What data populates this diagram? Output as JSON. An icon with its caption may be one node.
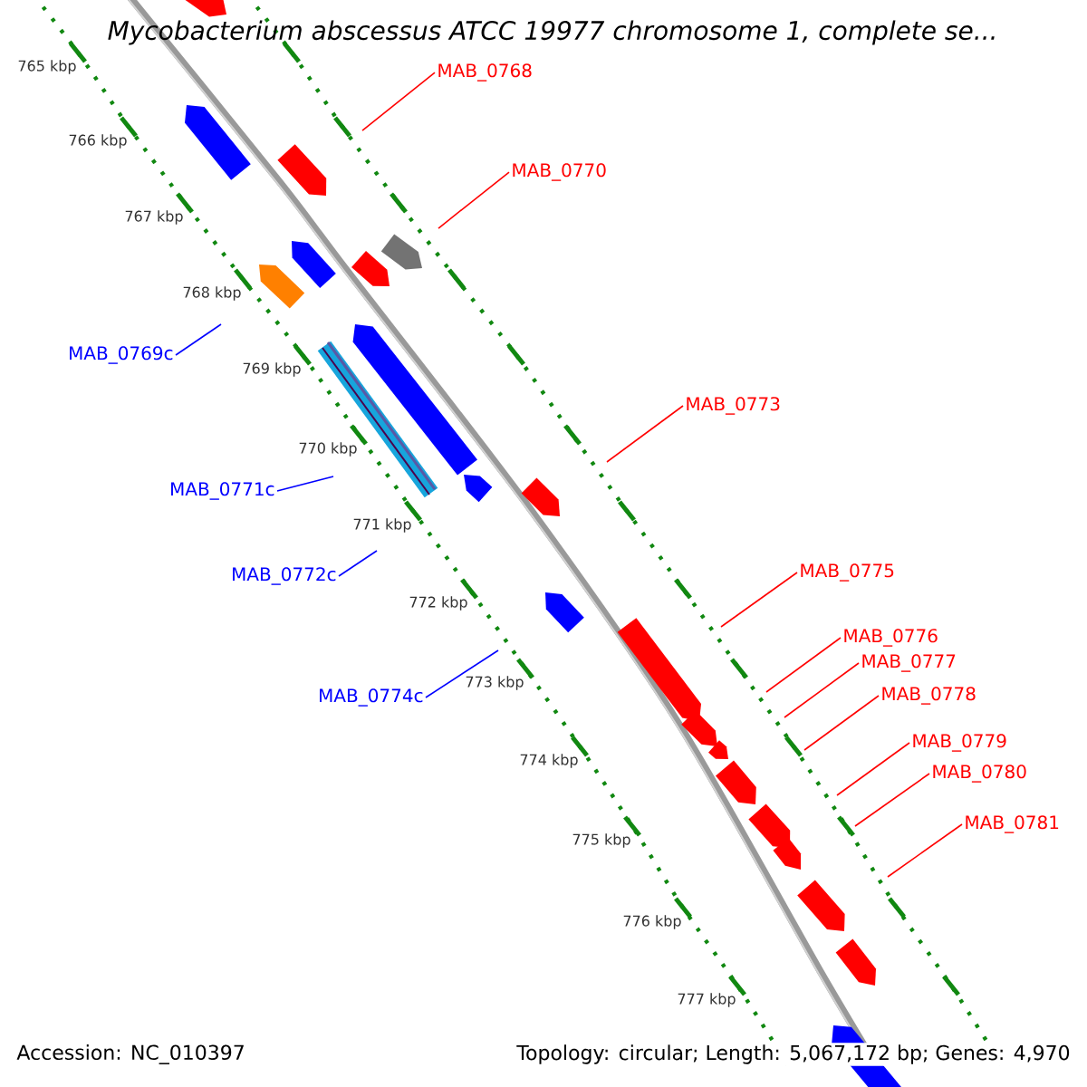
{
  "diagram": {
    "title": "Mycobacterium abscessus ATCC 19977 chromosome 1, complete se...",
    "nodes": [
      {
        "text": [
          "MAB_0768"
        ]
      },
      {
        "text": [
          "MAB_0770"
        ]
      },
      {
        "text": [
          "MAB_0769c"
        ]
      },
      {
        "text": [
          "MAB_0773"
        ]
      },
      {
        "text": [
          "MAB_0771c"
        ]
      },
      {
        "text": [
          "MAB_0775"
        ]
      },
      {
        "text": [
          "MAB_0772c"
        ]
      },
      {
        "text": [
          "MAB_0776"
        ]
      },
      {
        "text": [
          "MAB_0777"
        ]
      },
      {
        "text": [
          "MAB_0778"
        ]
      },
      {
        "text": [
          "MAB_0774c"
        ]
      },
      {
        "text": [
          "MAB_0779"
        ]
      },
      {
        "text": [
          "MAB_0780"
        ]
      },
      {
        "text": [
          "MAB_0781"
        ]
      }
    ],
    "edges": [
      {
        "from": 0,
        "to": null,
        "arrow": "none"
      },
      {
        "from": 1,
        "to": null,
        "arrow": "none"
      },
      {
        "from": 2,
        "to": null,
        "arrow": "none",
        "color": "#0000ff"
      },
      {
        "from": 3,
        "to": null,
        "arrow": "none"
      },
      {
        "from": 4,
        "to": null,
        "arrow": "none",
        "color": "#0000ff"
      },
      {
        "from": 5,
        "to": null,
        "arrow": "none"
      },
      {
        "from": 6,
        "to": null,
        "arrow": "none",
        "color": "#0000ff"
      },
      {
        "from": 7,
        "to": null,
        "arrow": "none"
      },
      {
        "from": 8,
        "to": null,
        "arrow": "none"
      },
      {
        "from": 9,
        "to": null,
        "arrow": "none"
      },
      {
        "from": 10,
        "to": null,
        "arrow": "none",
        "color": "#0000ff"
      },
      {
        "from": 11,
        "to": null,
        "arrow": "none"
      },
      {
        "from": 12,
        "to": null,
        "arrow": "none"
      },
      {
        "from": 13,
        "to": null,
        "arrow": "none"
      }
    ],
    "labels": [
      "765 kbp",
      "766 kbp",
      "767 kbp",
      "768 kbp",
      "769 kbp",
      "770 kbp",
      "771 kbp",
      "772 kbp",
      "773 kbp",
      "774 kbp",
      "775 kbp",
      "776 kbp",
      "777 kbp",
      "Accession: NC_010397",
      "Topology: circular; Length: 5,067,172 bp; Genes: 4,970"
    ]
  }
}
